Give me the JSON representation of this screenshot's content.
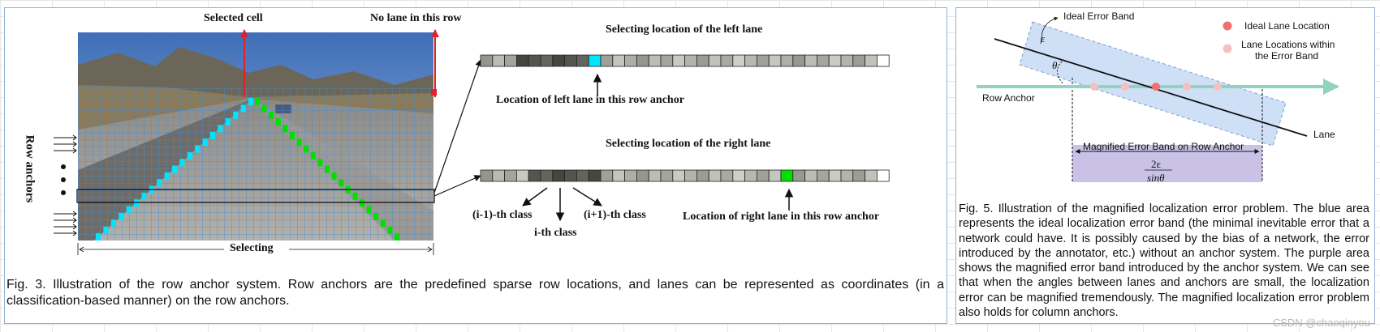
{
  "fig3": {
    "labels": {
      "selected_cell": "Selected cell",
      "no_lane": "No lane in this row",
      "row_anchors": "Row anchors",
      "selecting": "Selecting",
      "left_title": "Selecting location of the left lane",
      "left_location": "Location of left lane in this row anchor",
      "right_title": "Selecting location of the right lane",
      "class_prev": "(i-1)-th class",
      "class_i": "i-th class",
      "class_next": "(i+1)-th class",
      "right_location": "Location of right lane in this row anchor"
    },
    "caption": "Fig. 3. Illustration of the row anchor system. Row anchors are the predefined sparse row locations, and lanes can be represented as coordinates (in a classification-based manner) on the row anchors.",
    "colors": {
      "left_lane": "#00e5ff",
      "right_lane": "#00e000",
      "arrow": "#e0202a",
      "grid": "#3b8fe0"
    }
  },
  "fig5": {
    "labels": {
      "ideal_band": "Ideal Error Band",
      "epsilon": "ε",
      "theta": "θ",
      "ideal_location": "Ideal Lane Location",
      "locations_within": "Lane Locations within",
      "the_error_band": "the Error Band",
      "row_anchor": "Row Anchor",
      "lane": "Lane",
      "magnified": "Magnified Error Band on Row Anchor",
      "fraction_num": "2ε",
      "fraction_den": "sinθ"
    },
    "caption": "Fig. 5. Illustration of the magnified localization error problem. The blue area represents the ideal localization error band (the minimal inevitable error that a network could have. It is possibly caused by the bias of a network, the error introduced by the annotator, etc.) without an anchor system. The purple area shows the magnified error band introduced by the anchor system. We can see that when the angles between lanes and anchors are small, the localization error can be magnified tremendously. The magnified localization error problem also holds for column anchors.",
    "colors": {
      "ideal_band": "#cfe0f6",
      "magnified_band": "#c9c2e6",
      "anchor": "#8fd3c0",
      "ideal_dot": "#f07070",
      "band_dot": "#f7c0c0"
    }
  },
  "watermark": "CSDN @chaoqinyou"
}
